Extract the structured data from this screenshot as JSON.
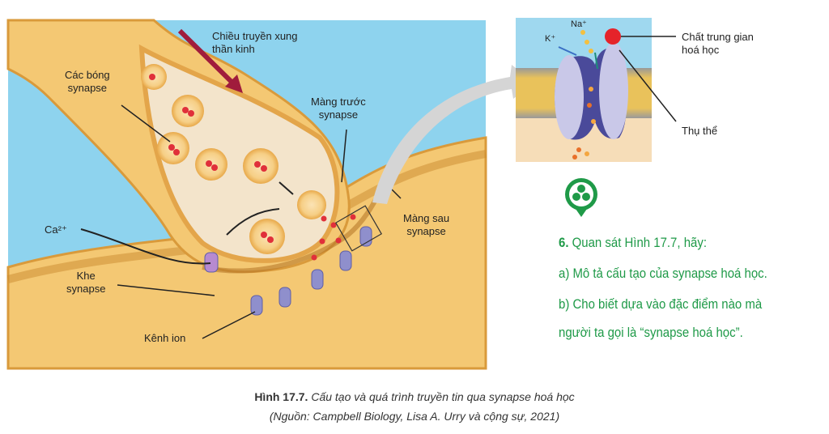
{
  "diagram": {
    "labels": {
      "direction": "Chiều truyền xung\nthần kinh",
      "vesicles": "Các bóng\nsynapse",
      "presynaptic_membrane": "Màng trước\nsynapse",
      "postsynaptic_membrane": "Màng sau\nsynapse",
      "calcium": "Ca²⁺",
      "cleft": "Khe\nsynapse",
      "ion_channel": "Kênh ion"
    },
    "inset": {
      "na": "Na⁺",
      "k": "K⁺",
      "neurotransmitter": "Chất trung gian\nhoá học",
      "receptor": "Thụ thể"
    },
    "colors": {
      "background": "#8ed3ee",
      "neuron": "#f2c067",
      "accent_green": "#1f9a48"
    }
  },
  "task": {
    "title_number": "6.",
    "title": " Quan sát Hình 17.7, hãy:",
    "a": "a) Mô tả cấu tạo của synapse hoá học.",
    "b_line1": "b) Cho biết dựa vào đặc điểm nào mà",
    "b_line2": "người ta gọi là “synapse hoá học”."
  },
  "caption": {
    "label": "Hình 17.7.",
    "text": " Cấu tạo và quá trình truyền tin qua synapse hoá học",
    "source": "(Nguồn: Campbell Biology, Lisa A. Urry và cộng sự, 2021)"
  }
}
